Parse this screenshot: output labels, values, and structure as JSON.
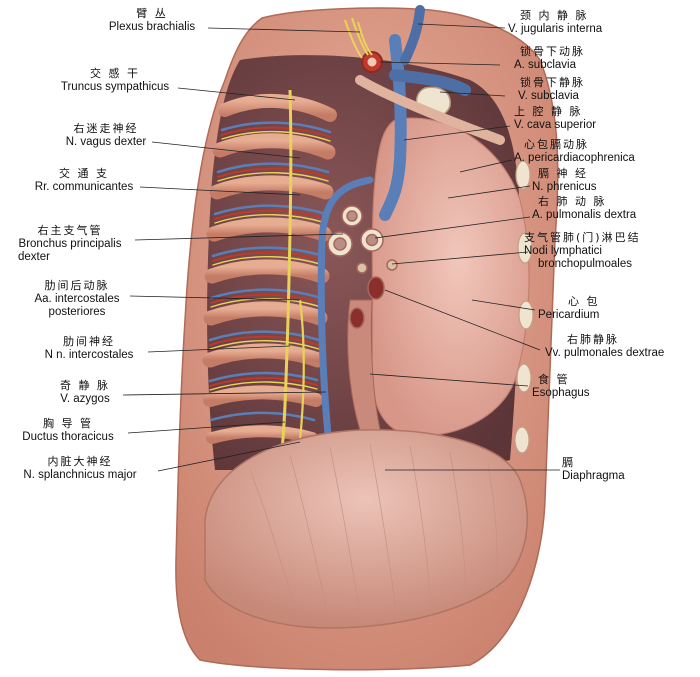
{
  "figure": {
    "palette": {
      "skin": "#e3a48f",
      "skin_dark": "#b86a5a",
      "muscle": "#b5514f",
      "rib": "#d99a82",
      "lung_shadow": "#7b4a4e",
      "pericardium": "#e8b3a6",
      "diaphragm": "#d9aaa0",
      "vein_blue": "#5a7fb8",
      "artery_red": "#c0392b",
      "nerve_yellow": "#e9d25a",
      "bone": "#efe4cf"
    }
  },
  "labels": {
    "plexus_brachialis": {
      "cn": "臂 丛",
      "la": "Plexus brachialis"
    },
    "truncus_sympathicus": {
      "cn": "交 感 干",
      "la": "Truncus sympathicus"
    },
    "n_vagus_dexter": {
      "cn": "右迷走神经",
      "la": "N. vagus dexter"
    },
    "rr_communicantes": {
      "cn": "交 通 支",
      "la": "Rr. communicantes"
    },
    "bronchus_principalis": {
      "cn": "右主支气管",
      "la": "Bronchus principalis",
      "la2": "dexter"
    },
    "aa_intercostales": {
      "cn": "肋间后动脉",
      "la": "Aa. intercostales",
      "la2": "posteriores"
    },
    "nn_intercostales": {
      "cn": "肋间神经",
      "la": "N n. intercostales"
    },
    "v_azygos": {
      "cn": "奇 静 脉",
      "la": "V. azygos"
    },
    "ductus_thoracicus": {
      "cn": "胸 导 管",
      "la": "Ductus thoracicus"
    },
    "n_splanchnicus": {
      "cn": "内脏大神经",
      "la": "N. splanchnicus major"
    },
    "v_jugularis": {
      "cn": "颈 内 静 脉",
      "la": "V. jugularis interna"
    },
    "a_subclavia": {
      "cn": "锁骨下动脉",
      "la": "A. subclavia"
    },
    "v_subclavia": {
      "cn": "锁骨下静脉",
      "la": "V. subclavia"
    },
    "v_cava_superior": {
      "cn": "上 腔 静 脉",
      "la": "V. cava superior"
    },
    "a_pericardiacophrenica": {
      "cn": "心包膈动脉",
      "la": "A. pericardiacophrenica"
    },
    "n_phrenicus": {
      "cn": "膈 神 经",
      "la": "N. phrenicus"
    },
    "a_pulmonalis": {
      "cn": "右 肺 动 脉",
      "la": "A. pulmonalis dextra"
    },
    "nodi_lymphatici": {
      "cn": "支气管肺(门)淋巴结",
      "la": "Nodi lymphatici",
      "la2": "bronchopulmoales"
    },
    "pericardium": {
      "cn": "心 包",
      "la": "Pericardium"
    },
    "vv_pulmonales": {
      "cn": "右肺静脉",
      "la": "Vv. pulmonales dextrae"
    },
    "esophagus": {
      "cn": "食 管",
      "la": "Esophagus"
    },
    "diaphragma": {
      "cn": "膈",
      "la": "Diaphragma"
    }
  }
}
